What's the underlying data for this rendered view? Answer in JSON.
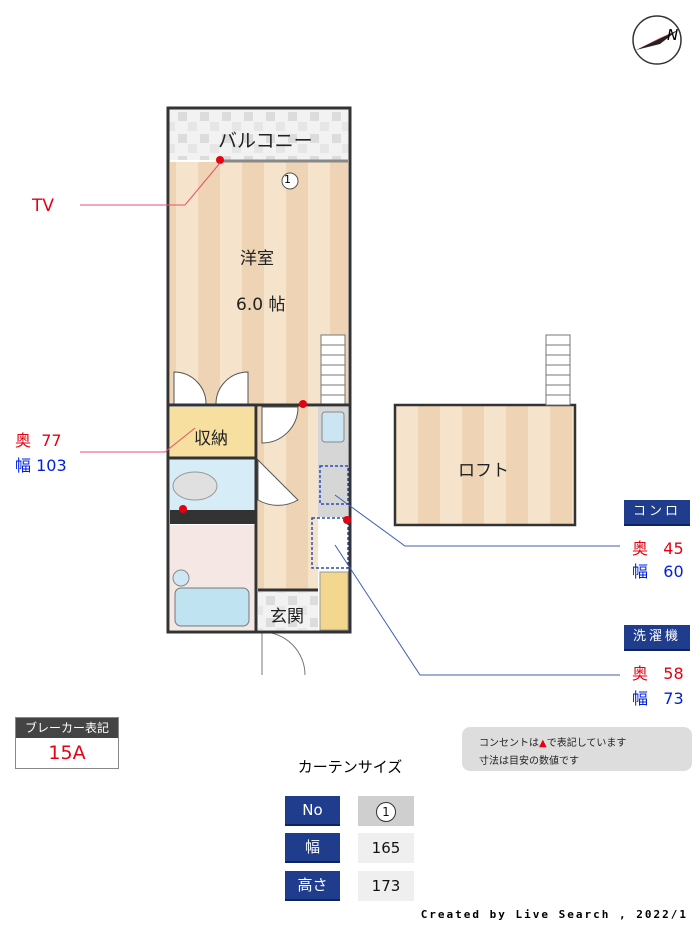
{
  "rooms": {
    "balcony": "バルコニー",
    "western_room": "洋室",
    "western_room_size": "6.0 帖",
    "storage": "収納",
    "entrance": "玄関",
    "loft": "ロフト",
    "curtain_marker": "1"
  },
  "annotations": {
    "tv": "TV",
    "storage_depth_label": "奥",
    "storage_depth": "77",
    "storage_width_label": "幅",
    "storage_width": "103",
    "stove": {
      "title": "コンロ",
      "depth_label": "奥",
      "depth": "45",
      "width_label": "幅",
      "width": "60"
    },
    "washer": {
      "title": "洗濯機",
      "depth_label": "奥",
      "depth": "58",
      "width_label": "幅",
      "width": "73"
    }
  },
  "breaker": {
    "title": "ブレーカー表記",
    "value": "15A"
  },
  "note": {
    "line1_pre": "コンセントは",
    "line1_post": "で表記しています",
    "line2": "寸法は目安の数値です"
  },
  "curtain": {
    "title": "カーテンサイズ",
    "rows": [
      {
        "label": "No",
        "value": "1"
      },
      {
        "label": "幅",
        "value": "165"
      },
      {
        "label": "高さ",
        "value": "173"
      }
    ]
  },
  "credit": "Created by Live Search , 2022/1",
  "compass": "N",
  "colors": {
    "navy": "#1f3d8c",
    "red": "#e60012",
    "blue": "#0020e0",
    "floor": "#f3dcc0"
  }
}
